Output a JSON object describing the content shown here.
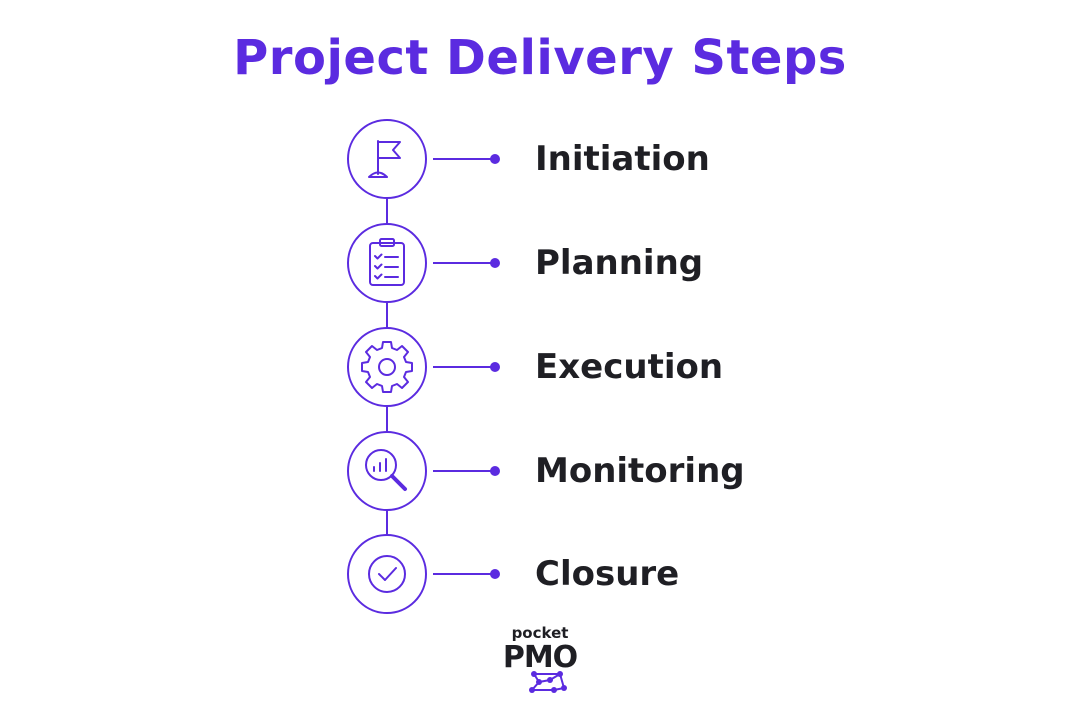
{
  "title": "Project Delivery Steps",
  "accent_color": "#5b2be0",
  "steps": [
    {
      "label": "Initiation",
      "icon": "flag-icon"
    },
    {
      "label": "Planning",
      "icon": "clipboard-checklist-icon"
    },
    {
      "label": "Execution",
      "icon": "gear-icon"
    },
    {
      "label": "Monitoring",
      "icon": "magnifier-chart-icon"
    },
    {
      "label": "Closure",
      "icon": "checkmark-icon"
    }
  ],
  "logo": {
    "small": "pocket",
    "big": "PMO"
  }
}
